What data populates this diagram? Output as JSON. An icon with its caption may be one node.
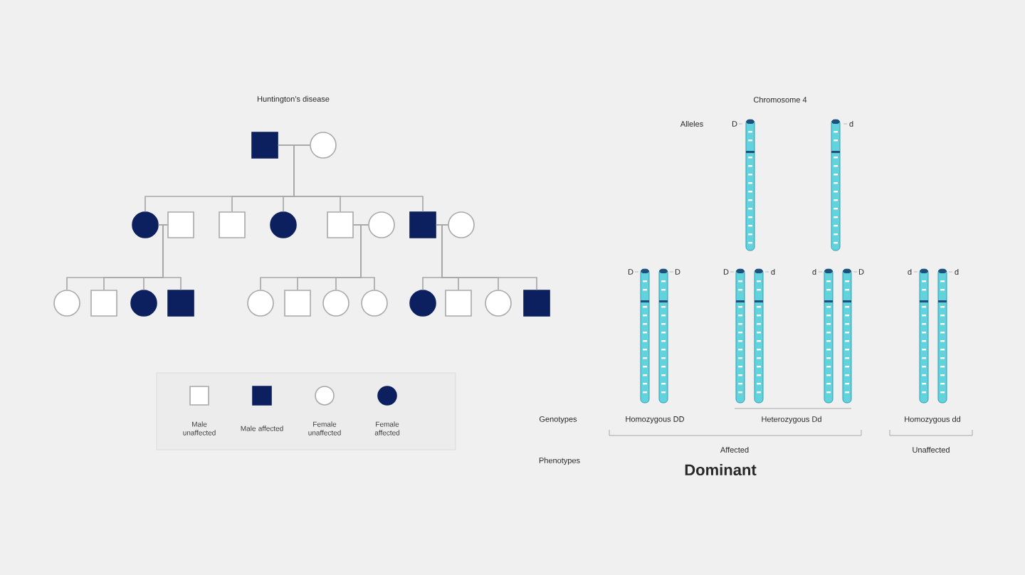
{
  "diagram": {
    "nodes": [
      {
        "text": [],
        "shape": "block"
      },
      {
        "text": [],
        "shape": "circle"
      },
      {
        "text": [],
        "shape": "disc"
      },
      {
        "text": [],
        "shape": "box"
      },
      {
        "text": [],
        "shape": "box"
      },
      {
        "text": [],
        "shape": "disc"
      },
      {
        "text": [],
        "shape": "box"
      },
      {
        "text": [],
        "shape": "circle"
      },
      {
        "text": [],
        "shape": "block"
      },
      {
        "text": [],
        "shape": "circle"
      },
      {
        "text": [],
        "shape": "circle"
      },
      {
        "text": [],
        "shape": "box"
      },
      {
        "text": [],
        "shape": "disc"
      },
      {
        "text": [],
        "shape": "block"
      },
      {
        "text": [],
        "shape": "circle"
      },
      {
        "text": [],
        "shape": "box"
      },
      {
        "text": [],
        "shape": "circle"
      },
      {
        "text": [],
        "shape": "circle"
      },
      {
        "text": [],
        "shape": "disc"
      },
      {
        "text": [],
        "shape": "box"
      },
      {
        "text": [],
        "shape": "circle"
      },
      {
        "text": [],
        "shape": "block"
      }
    ],
    "edges": [
      {
        "from": 0,
        "to": 1,
        "arrow": "none"
      },
      {
        "from": 0,
        "to": 2,
        "arrow": "none"
      },
      {
        "from": 1,
        "to": 2,
        "arrow": "none"
      },
      {
        "from": 0,
        "to": 4,
        "arrow": "none"
      },
      {
        "from": 1,
        "to": 4,
        "arrow": "none"
      },
      {
        "from": 0,
        "to": 5,
        "arrow": "none"
      },
      {
        "from": 1,
        "to": 5,
        "arrow": "none"
      },
      {
        "from": 0,
        "to": 6,
        "arrow": "none"
      },
      {
        "from": 1,
        "to": 6,
        "arrow": "none"
      },
      {
        "from": 0,
        "to": 8,
        "arrow": "none"
      },
      {
        "from": 1,
        "to": 8,
        "arrow": "none"
      },
      {
        "from": 2,
        "to": 3,
        "arrow": "none"
      },
      {
        "from": 6,
        "to": 7,
        "arrow": "none"
      },
      {
        "from": 8,
        "to": 9,
        "arrow": "none"
      },
      {
        "from": 2,
        "to": 10,
        "arrow": "none"
      },
      {
        "from": 3,
        "to": 10,
        "arrow": "none"
      },
      {
        "from": 2,
        "to": 11,
        "arrow": "none"
      },
      {
        "from": 3,
        "to": 11,
        "arrow": "none"
      },
      {
        "from": 2,
        "to": 12,
        "arrow": "none"
      },
      {
        "from": 3,
        "to": 12,
        "arrow": "none"
      },
      {
        "from": 2,
        "to": 13,
        "arrow": "none"
      },
      {
        "from": 3,
        "to": 13,
        "arrow": "none"
      },
      {
        "from": 6,
        "to": 14,
        "arrow": "none"
      },
      {
        "from": 7,
        "to": 14,
        "arrow": "none"
      },
      {
        "from": 6,
        "to": 15,
        "arrow": "none"
      },
      {
        "from": 7,
        "to": 15,
        "arrow": "none"
      },
      {
        "from": 6,
        "to": 16,
        "arrow": "none"
      },
      {
        "from": 7,
        "to": 16,
        "arrow": "none"
      },
      {
        "from": 6,
        "to": 17,
        "arrow": "none"
      },
      {
        "from": 7,
        "to": 17,
        "arrow": "none"
      },
      {
        "from": 8,
        "to": 18,
        "arrow": "none"
      },
      {
        "from": 9,
        "to": 18,
        "arrow": "none"
      },
      {
        "from": 8,
        "to": 19,
        "arrow": "none"
      },
      {
        "from": 9,
        "to": 19,
        "arrow": "none"
      },
      {
        "from": 8,
        "to": 20,
        "arrow": "none"
      },
      {
        "from": 9,
        "to": 20,
        "arrow": "none"
      },
      {
        "from": 8,
        "to": 21,
        "arrow": "none"
      },
      {
        "from": 9,
        "to": 21,
        "arrow": "none"
      }
    ],
    "labels": [
      "Huntington’s disease",
      "Chromosome 4",
      "Alleles",
      "D",
      "d",
      "D",
      "D",
      "D",
      "d",
      "d",
      "D",
      "d",
      "d",
      "Genotypes",
      "Homozygous DD",
      "Heterozygous Dd",
      "Homozygous dd",
      "Affected",
      "Unaffected",
      "Phenotypes",
      "Dominant"
    ],
    "legend": [
      {
        "text": "Male unaffected"
      },
      {
        "text": "Male affected"
      },
      {
        "text": "Female unaffected"
      },
      {
        "text": "Female affected"
      }
    ]
  }
}
